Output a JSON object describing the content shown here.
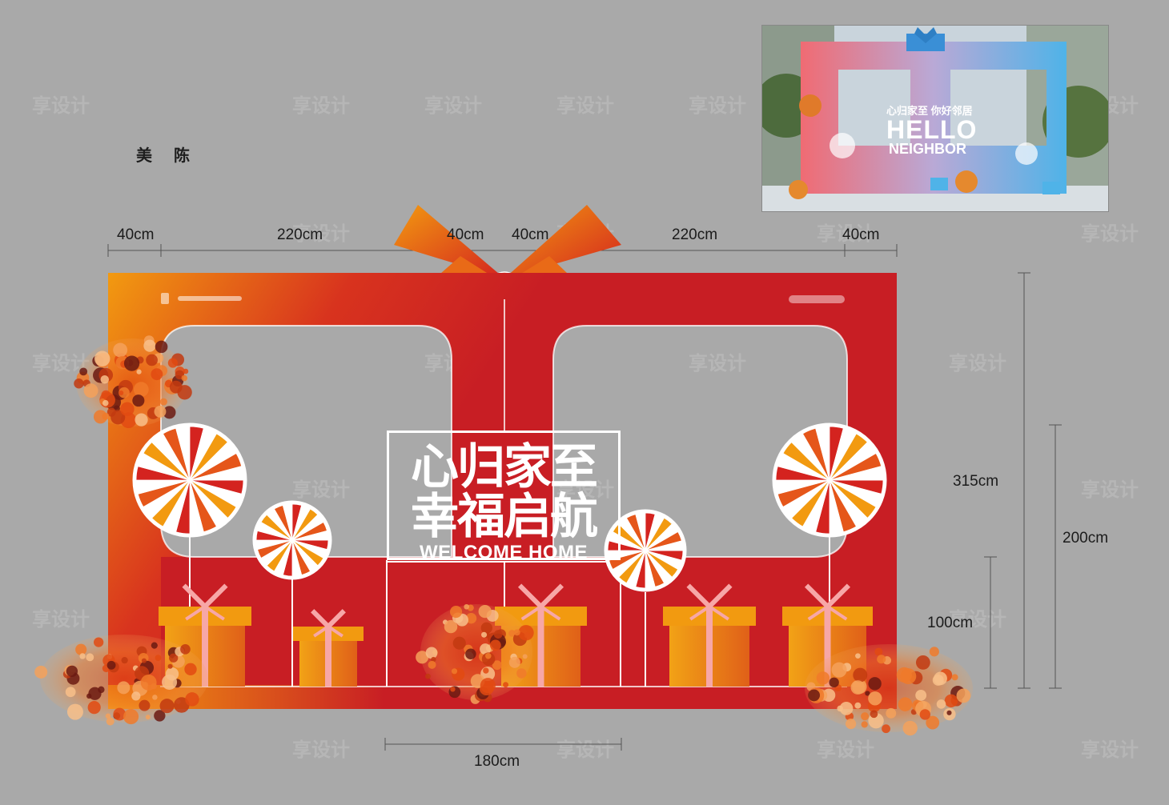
{
  "designer": "美 陈",
  "dimensions": {
    "top": [
      "40cm",
      "220cm",
      "40cm",
      "40cm",
      "220cm",
      "40cm"
    ],
    "height_total": "315cm",
    "height_upper": "200cm",
    "height_lower": "100cm",
    "sign_width": "180cm"
  },
  "sign": {
    "line1": "心归家至",
    "line2": "幸福启航",
    "english": "WELCOME HOME"
  },
  "photo": {
    "title_cn": "心归家至 你好邻居",
    "title_en_1": "HELLO",
    "title_en_2": "NEIGHBOR"
  },
  "watermark": "享设计",
  "colors": {
    "background": "#a9a9a9",
    "frame_red": "#c81e24",
    "frame_orange": "#f29a10",
    "white": "#ffffff",
    "photo_pink": "#f06b73",
    "photo_blue": "#4fb3e8"
  }
}
